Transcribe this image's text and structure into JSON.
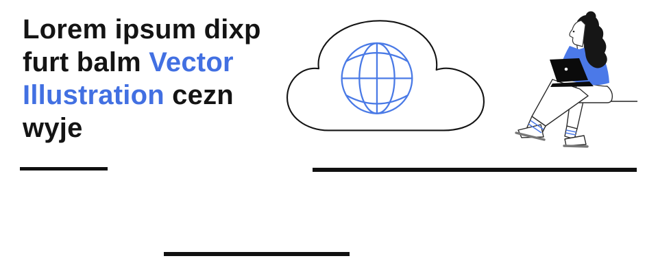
{
  "headline": {
    "line1_black": "Lorem ipsum dixp",
    "line2_black": "furt balm ",
    "line2_blue": "Vector",
    "line3_blue": "Illustration",
    "line3_black": " cezn",
    "line4_black": "wyje"
  },
  "colors": {
    "ink": "#141414",
    "accent_blue": "#4270e2",
    "globe_blue": "#4a7ae6",
    "shirt_blue": "#4b79e8",
    "stripe_blue": "#4b79e8",
    "outline": "#2a2a2a",
    "sole_gray": "#777777"
  },
  "illustrations": {
    "cloud_globe_label": "cloud outline with wireframe globe",
    "woman_laptop_label": "woman sitting on ledge using laptop"
  }
}
